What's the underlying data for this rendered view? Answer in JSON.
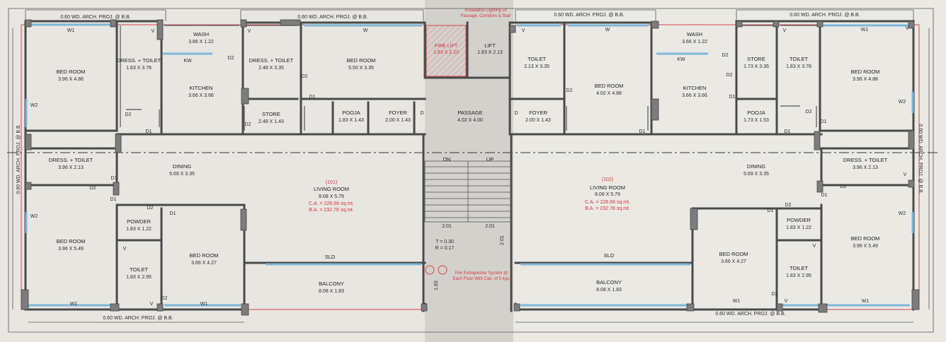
{
  "arch_proj": "0.60 WD. ARCH. PROJ. @ B.B.",
  "note_top": [
    "Installation Lighting Of",
    "Passage, Corridors & Stair"
  ],
  "note_bottom": [
    "Fire Extinguisher System @",
    "Each Floor With Cap. of 5 kgs."
  ],
  "fire_lift": {
    "name": "FIRE LIFT",
    "size": "1.83 X 2.13"
  },
  "lift": {
    "name": "LIFT",
    "size": "1.83 X 2.13"
  },
  "passage": {
    "name": "PASSAGE",
    "size": "4.02 X 4.00"
  },
  "stair": {
    "dn": "DN",
    "up": "UP",
    "tread": "T = 0.30",
    "riser": "R = 0.17",
    "dim_a": "2.01",
    "dim_b": "2.01",
    "dim_c": "2.01",
    "dim_d": "1.83"
  },
  "unit101": {
    "bed1": {
      "name": "BED ROOM",
      "size": "3.96 X 4.88"
    },
    "dress1": {
      "name": "DRESS. + TOILET",
      "size": "1.83 X 3.78"
    },
    "wash": {
      "name": "WASH",
      "size": "3.66 X 1.22"
    },
    "kitchen": {
      "name": "KITCHEN",
      "size": "3.66 X 3.66"
    },
    "dress2": {
      "name": "DRESS. + TOILET",
      "size": "2.48 X 3.35"
    },
    "store": {
      "name": "STORE",
      "size": "2.48 X 1.43"
    },
    "bed2": {
      "name": "BED ROOM",
      "size": "5.50 X 3.35"
    },
    "pooja": {
      "name": "POOJA",
      "size": "1.83 X 1.43"
    },
    "foyer": {
      "name": "FOYER",
      "size": "2.00 X 1.43"
    },
    "dress3": {
      "name": "DRESS. + TOILET",
      "size": "3.96 X 2.13"
    },
    "dining": {
      "name": "DINING",
      "size": "5.69 X 3.35"
    },
    "flat": "(101)",
    "living": {
      "name": "LIVING ROOM",
      "size": "8.08 X 5.79"
    },
    "ca": "C.A. = 226.66 sq.mt.",
    "ba": "B.A. = 232.78 sq.mt.",
    "bed3": {
      "name": "BED ROOM",
      "size": "3.96 X 5.49"
    },
    "powder": {
      "name": "POWDER",
      "size": "1.83 X 1.22"
    },
    "toilet": {
      "name": "TOILET",
      "size": "1.83 X 2.95"
    },
    "bed4": {
      "name": "BED ROOM",
      "size": "3.66 X 4.27"
    },
    "sld": "SLD",
    "balcony": {
      "name": "BALCONY",
      "size": "8.08 X 1.83"
    }
  },
  "unit102": {
    "toilet1": {
      "name": "TOILET",
      "size": "2.13 X 3.35"
    },
    "bed1": {
      "name": "BED ROOM",
      "size": "4.02 X 4.88"
    },
    "foyer": {
      "name": "FOYER",
      "size": "2.00 X 1.43"
    },
    "wash": {
      "name": "WASH",
      "size": "3.66 X 1.22"
    },
    "kitchen": {
      "name": "KITCHEN",
      "size": "3.66 X 3.66"
    },
    "store": {
      "name": "STORE",
      "size": "1.73 X 3.35"
    },
    "toilet2": {
      "name": "TOILET",
      "size": "1.83 X 3.78"
    },
    "pooja": {
      "name": "POOJA",
      "size": "1.73 X 1.53"
    },
    "bed2": {
      "name": "BED ROOM",
      "size": "3.96 X 4.88"
    },
    "dress": {
      "name": "DRESS. + TOILET",
      "size": "3.96 X 2.13"
    },
    "dining": {
      "name": "DINING",
      "size": "5.69 X 3.35"
    },
    "flat": "(102)",
    "living": {
      "name": "LIVING ROOM",
      "size": "8.08 X 5.79"
    },
    "ca": "C.A. = 226.66 sq.mt.",
    "ba": "B.A. = 232.78 sq.mt.",
    "powder": {
      "name": "POWDER",
      "size": "1.83 X 1.22"
    },
    "bed3": {
      "name": "BED ROOM",
      "size": "3.96 X 5.49"
    },
    "bed4": {
      "name": "BED ROOM",
      "size": "3.66 X 4.27"
    },
    "toilet3": {
      "name": "TOILET",
      "size": "1.83 X 2.95"
    },
    "sld": "SLD",
    "balcony": {
      "name": "BALCONY",
      "size": "8.08 X 1.83"
    }
  },
  "marks": {
    "w": "W",
    "w1": "W1",
    "w2": "W2",
    "v": "V",
    "kw": "KW",
    "d": "D",
    "d1": "D1",
    "d2": "D2"
  }
}
